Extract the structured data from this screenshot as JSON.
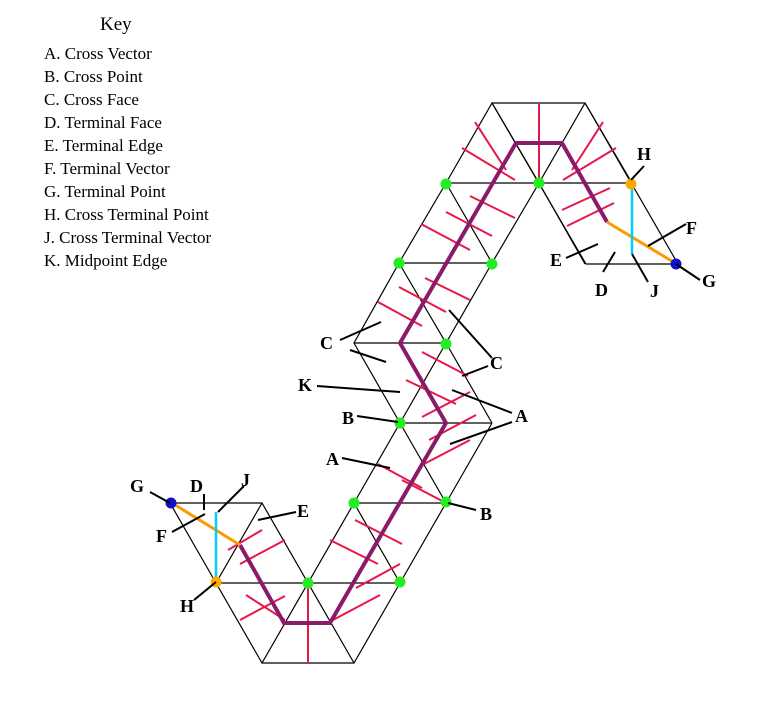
{
  "key": {
    "title": "Key",
    "items": [
      "A. Cross Vector",
      "B. Cross Point",
      "C. Cross Face",
      "D. Terminal Face",
      "E. Terminal Edge",
      "F. Terminal Vector",
      "G. Terminal Point",
      "H. Cross Terminal Point",
      " J. Cross Terminal Vector",
      "K. Midpoint Edge"
    ]
  },
  "labels": {
    "A": "A",
    "B": "B",
    "C": "C",
    "D": "D",
    "E": "E",
    "F": "F",
    "G": "G",
    "H": "H",
    "J": "J",
    "K": "K"
  },
  "colors": {
    "edge": "#000000",
    "path": "#8b1a6b",
    "cross_vector": "#e8174a",
    "cross_point": "#22ee22",
    "terminal_point": "#1010cc",
    "cross_terminal_point": "#ffaa00",
    "terminal_vector": "#ff9900",
    "cross_terminal_vector": "#00ccff"
  }
}
